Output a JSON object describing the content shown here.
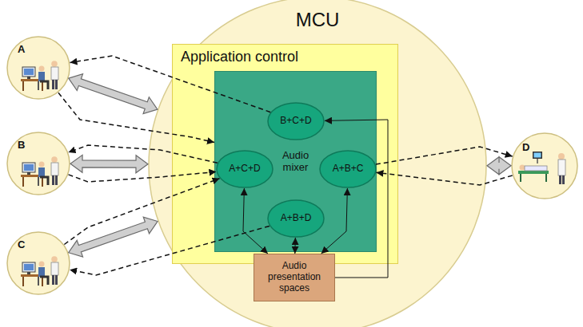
{
  "diagram": {
    "nodes": [
      {
        "text": [
          "MCU"
        ]
      },
      {
        "text": [
          "Application control"
        ],
        "in": 0
      },
      {
        "text": [
          "Audio mixer"
        ],
        "in": 1
      },
      {
        "text": [
          "B+C+D"
        ],
        "in": 2
      },
      {
        "text": [
          "A+C+D"
        ],
        "in": 2
      },
      {
        "text": [
          "A+B+C"
        ],
        "in": 2
      },
      {
        "text": [
          "A+B+D"
        ],
        "in": 2
      },
      {
        "text": [
          "Audio presentation spaces"
        ],
        "in": 0
      },
      {
        "text": [
          "A"
        ]
      },
      {
        "text": [
          "B"
        ]
      },
      {
        "text": [
          "C"
        ]
      },
      {
        "text": [
          "D"
        ]
      }
    ],
    "edges": [
      {
        "from": 8,
        "to": 0,
        "arrow": "both"
      },
      {
        "from": 9,
        "to": 0,
        "arrow": "both"
      },
      {
        "from": 10,
        "to": 0,
        "arrow": "both"
      },
      {
        "from": 11,
        "to": 0,
        "arrow": "both"
      },
      {
        "from": 3,
        "to": 8,
        "arrow": "to"
      },
      {
        "from": 8,
        "to": 2,
        "arrow": "to"
      },
      {
        "from": 4,
        "to": 9,
        "arrow": "to"
      },
      {
        "from": 9,
        "to": 4,
        "arrow": "to"
      },
      {
        "from": 10,
        "to": 4,
        "arrow": "to"
      },
      {
        "from": 6,
        "to": 10,
        "arrow": "to"
      },
      {
        "from": 5,
        "to": 11,
        "arrow": "to"
      },
      {
        "from": 11,
        "to": 5,
        "arrow": "to"
      },
      {
        "from": 7,
        "to": 4,
        "arrow": "both"
      },
      {
        "from": 7,
        "to": 6,
        "arrow": "both"
      },
      {
        "from": 7,
        "to": 5,
        "arrow": "both"
      },
      {
        "from": 7,
        "to": 3,
        "arrow": "to"
      }
    ]
  }
}
